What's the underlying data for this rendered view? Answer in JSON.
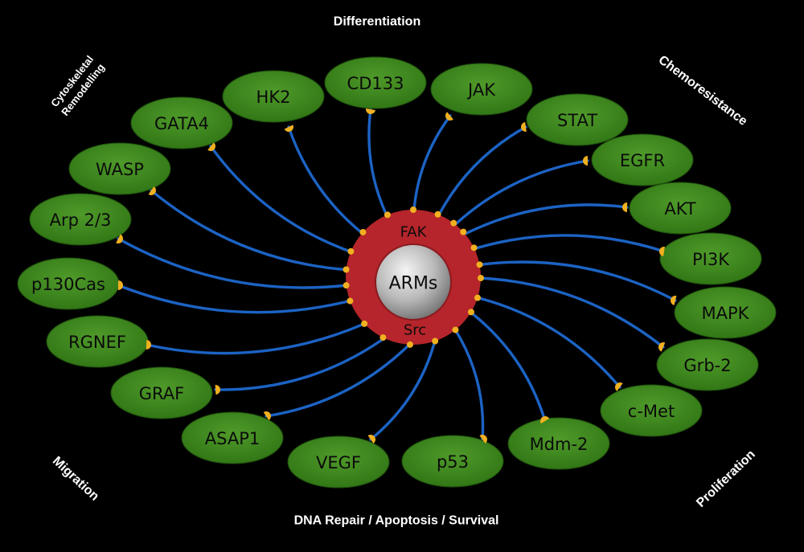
{
  "diagram": {
    "core": {
      "center_label": "ARMs",
      "top_label": "FAK",
      "bottom_label": "Src"
    },
    "colors": {
      "background": "#000000",
      "node_fill": "#3e8a1e",
      "connector": "#1c63c4",
      "terminal": "#f0b020",
      "ring": "#b5252b",
      "text_on_dark": "#ffffff"
    },
    "nodes": [
      {
        "id": "hk2",
        "label": "HK2"
      },
      {
        "id": "cd133",
        "label": "CD133"
      },
      {
        "id": "jak",
        "label": "JAK"
      },
      {
        "id": "stat",
        "label": "STAT"
      },
      {
        "id": "egfr",
        "label": "EGFR"
      },
      {
        "id": "akt",
        "label": "AKT"
      },
      {
        "id": "pi3k",
        "label": "PI3K"
      },
      {
        "id": "mapk",
        "label": "MAPK"
      },
      {
        "id": "grb2",
        "label": "Grb-2"
      },
      {
        "id": "cmet",
        "label": "c-Met"
      },
      {
        "id": "mdm2",
        "label": "Mdm-2"
      },
      {
        "id": "p53",
        "label": "p53"
      },
      {
        "id": "vegf",
        "label": "VEGF"
      },
      {
        "id": "asap1",
        "label": "ASAP1"
      },
      {
        "id": "graf",
        "label": "GRAF"
      },
      {
        "id": "rgnef",
        "label": "RGNEF"
      },
      {
        "id": "p130cas",
        "label": "p130Cas"
      },
      {
        "id": "arp23",
        "label": "Arp 2/3"
      },
      {
        "id": "wasp",
        "label": "WASP"
      },
      {
        "id": "gata4",
        "label": "GATA4"
      }
    ],
    "categories": {
      "differentiation": "Differentiation",
      "chemoresistance": "Chemoresistance",
      "cytoskeletal_line1": "Cytoskeletal",
      "cytoskeletal_line2": "Remodelling",
      "migration": "Migration",
      "proliferation": "Proliferation",
      "dna_repair": "DNA Repair / Apoptosis / Survival"
    }
  }
}
